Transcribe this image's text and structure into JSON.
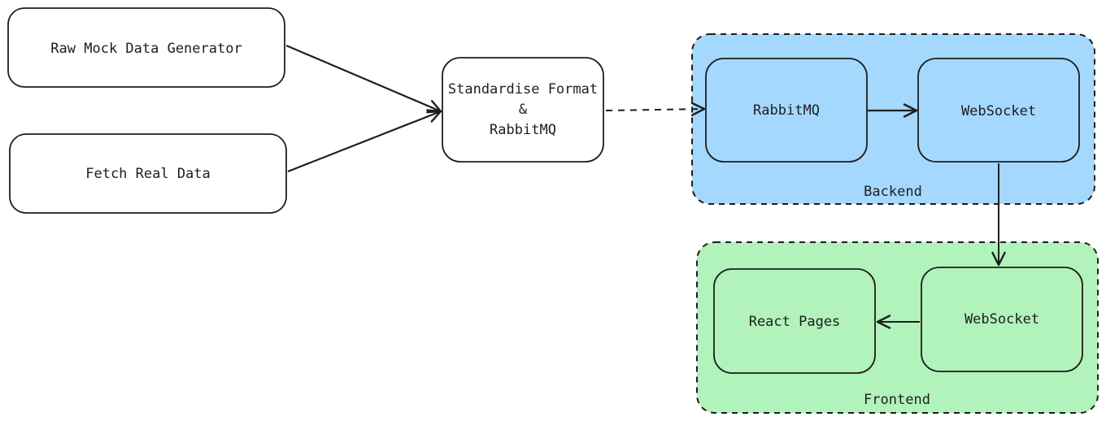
{
  "diagram": {
    "nodes": {
      "mock_generator": "Raw Mock Data Generator",
      "fetch_real": "Fetch Real Data",
      "standardise": [
        "Standardise Format",
        "&",
        "RabbitMQ"
      ],
      "backend_rabbitmq": "RabbitMQ",
      "backend_websocket": "WebSocket",
      "frontend_websocket": "WebSocket",
      "react_pages": "React Pages"
    },
    "groups": {
      "backend": {
        "label": "Backend",
        "color": "#a5d8ff"
      },
      "frontend": {
        "label": "Frontend",
        "color": "#b2f2bb"
      }
    },
    "colors": {
      "stroke": "#1e1e1e",
      "node_fill": "#ffffff"
    }
  }
}
